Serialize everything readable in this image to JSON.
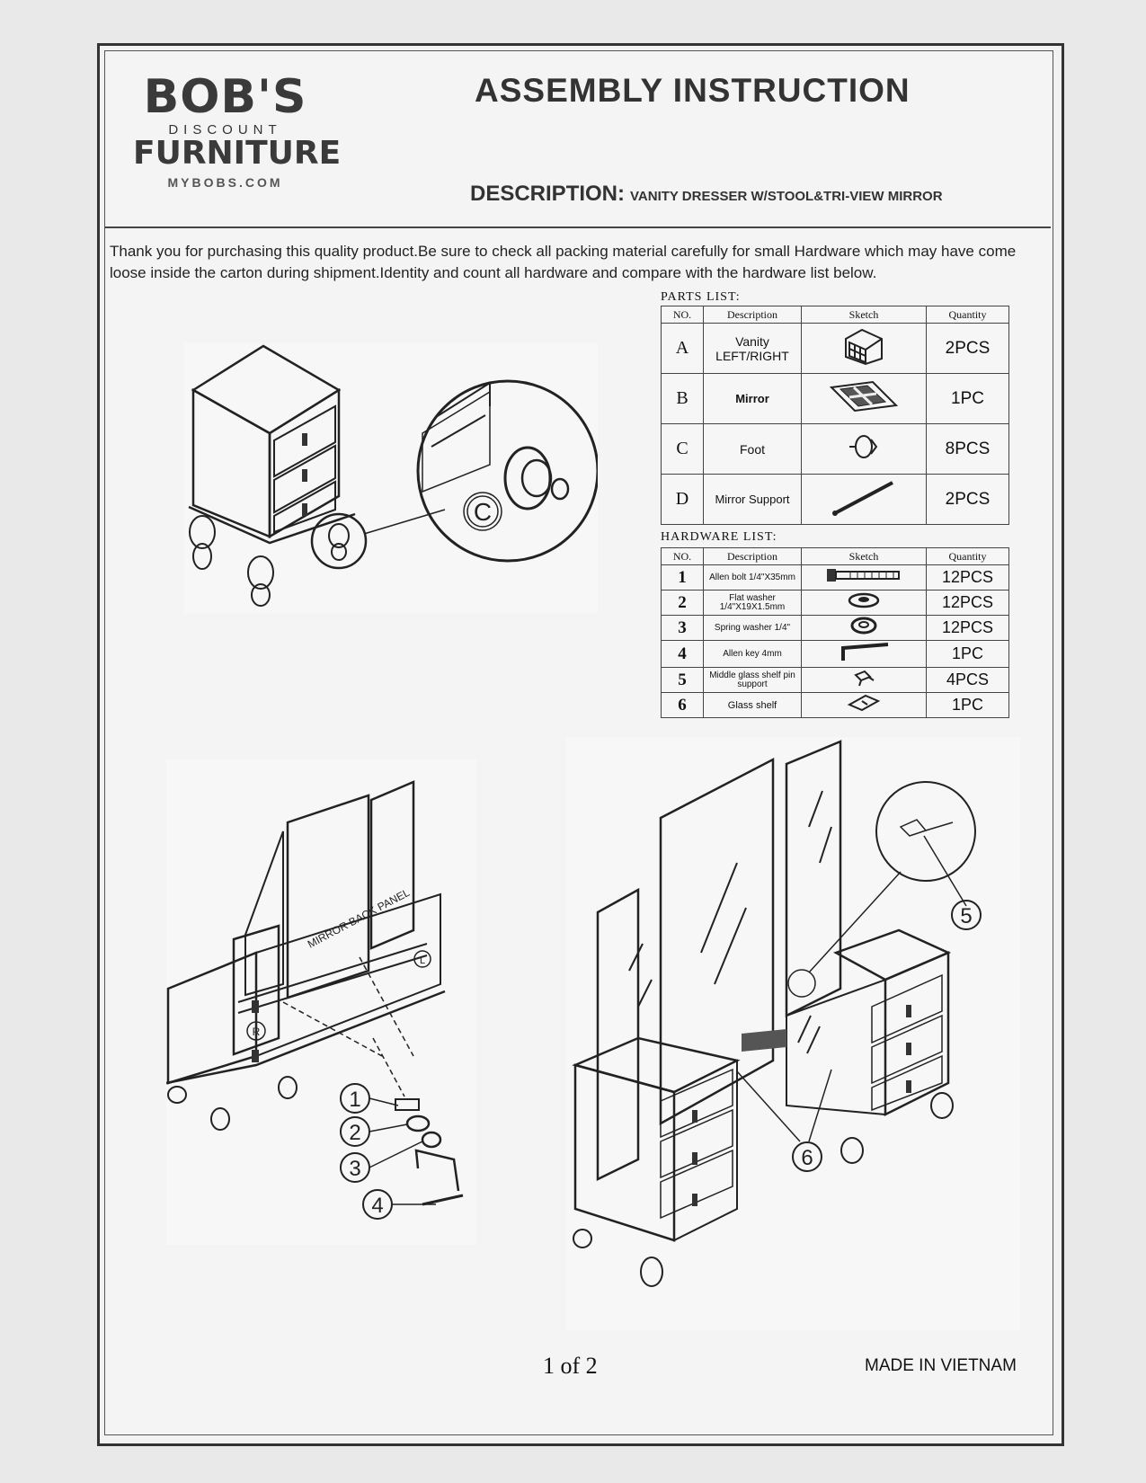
{
  "logo": {
    "brand": "BOB'S",
    "line2": "DISCOUNT",
    "line3": "FURNITURE",
    "url": "MYBOBS.COM"
  },
  "header": {
    "title": "ASSEMBLY INSTRUCTION",
    "description_label": "DESCRIPTION:",
    "description_value": "VANITY DRESSER W/STOOL&TRI-VIEW MIRROR"
  },
  "intro": "Thank you for purchasing this quality product.Be sure to check all packing material carefully for small Hardware which may have come loose inside the carton during shipment.Identity and count all hardware and compare with the hardware list below.",
  "parts_list": {
    "title": "PARTS LIST:",
    "headers": [
      "NO.",
      "Description",
      "Sketch",
      "Quantity"
    ],
    "rows": [
      {
        "no": "A",
        "description": "Vanity LEFT/RIGHT",
        "sketch": "vanity-icon",
        "quantity": "2PCS"
      },
      {
        "no": "B",
        "description": "Mirror",
        "sketch": "mirror-icon",
        "quantity": "1PC"
      },
      {
        "no": "C",
        "description": "Foot",
        "sketch": "foot-icon",
        "quantity": "8PCS"
      },
      {
        "no": "D",
        "description": "Mirror Support",
        "sketch": "mirror-support-icon",
        "quantity": "2PCS"
      }
    ]
  },
  "hardware_list": {
    "title": "HARDWARE LIST:",
    "headers": [
      "NO.",
      "Description",
      "Sketch",
      "Quantity"
    ],
    "rows": [
      {
        "no": "1",
        "description": "Allen bolt 1/4\"X35mm",
        "sketch": "allen-bolt-icon",
        "quantity": "12PCS"
      },
      {
        "no": "2",
        "description": "Flat washer 1/4\"X19X1.5mm",
        "sketch": "flat-washer-icon",
        "quantity": "12PCS"
      },
      {
        "no": "3",
        "description": "Spring washer 1/4\"",
        "sketch": "spring-washer-icon",
        "quantity": "12PCS"
      },
      {
        "no": "4",
        "description": "Allen key 4mm",
        "sketch": "allen-key-icon",
        "quantity": "1PC"
      },
      {
        "no": "5",
        "description": "Middle glass shelf pin support",
        "sketch": "pin-support-icon",
        "quantity": "4PCS"
      },
      {
        "no": "6",
        "description": "Glass shelf",
        "sketch": "glass-shelf-icon",
        "quantity": "1PC"
      }
    ]
  },
  "figures": {
    "fig1_callout": "C",
    "fig2_panel_label": "MIRROR BACK PANEL",
    "fig2_left_mark": "R",
    "fig2_right_mark": "L",
    "fig2_callouts": [
      "1",
      "2",
      "3",
      "4"
    ],
    "fig3_callouts": [
      "5",
      "6"
    ]
  },
  "footer": {
    "page": "1 of 2",
    "made_in": "MADE IN VIETNAM"
  }
}
